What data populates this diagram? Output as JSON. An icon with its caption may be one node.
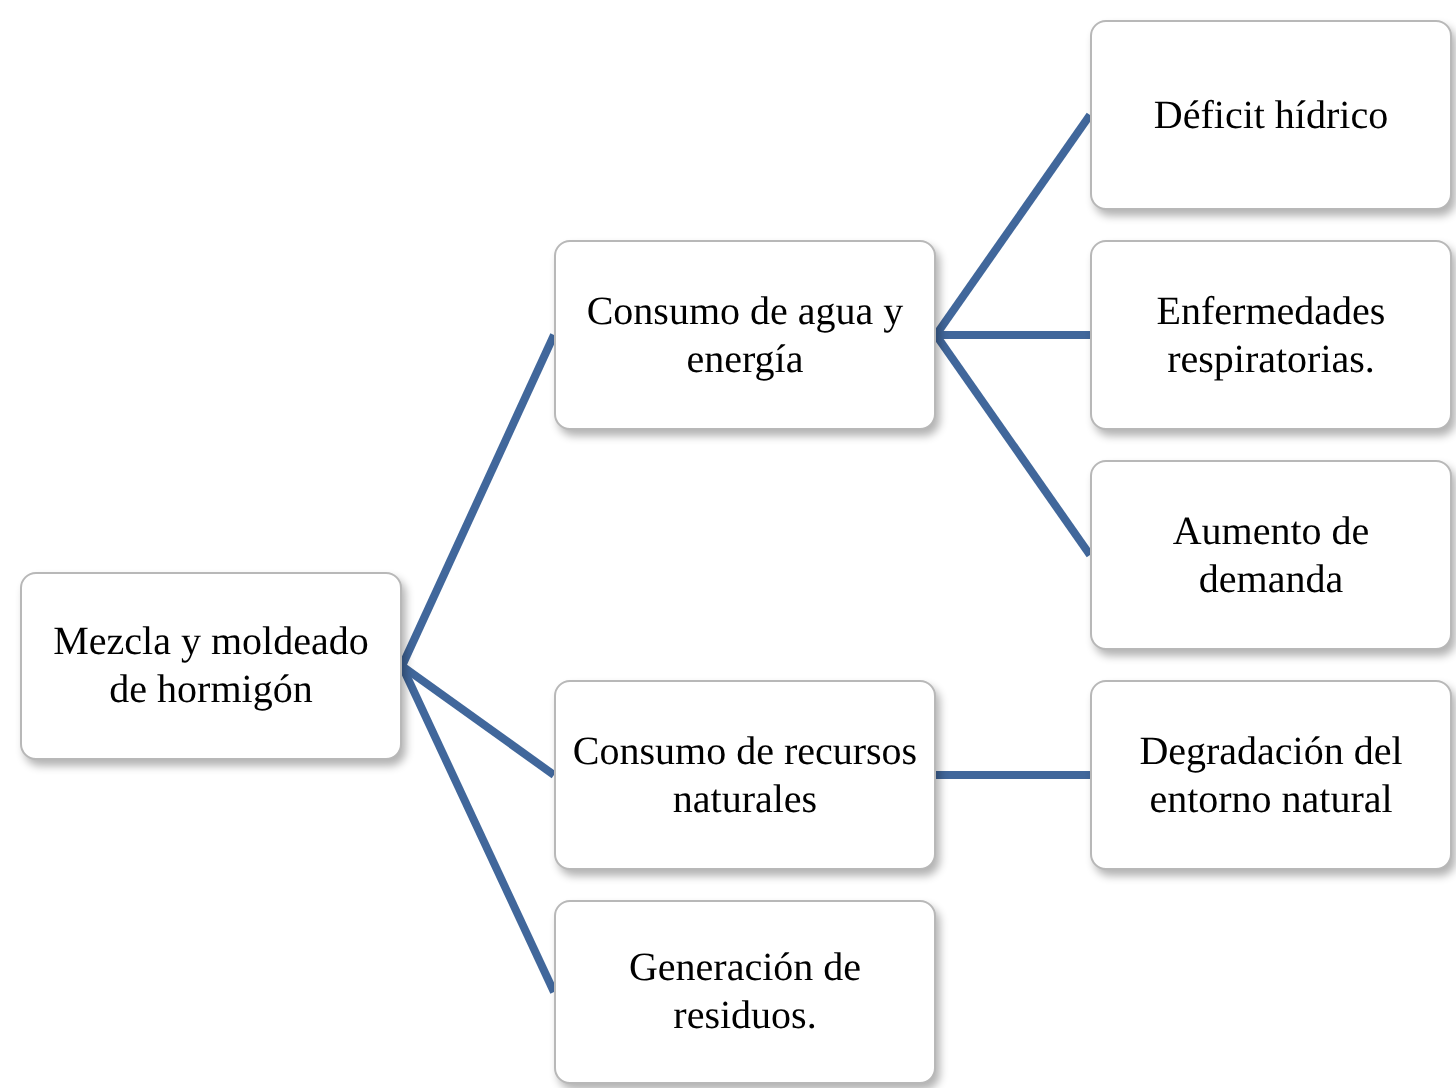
{
  "diagram": {
    "nodes": [
      {
        "text": [
          "Mezcla y moldeado de hormigón"
        ]
      },
      {
        "text": [
          "Consumo de agua y energía"
        ]
      },
      {
        "text": [
          "Consumo de recursos naturales"
        ]
      },
      {
        "text": [
          "Generación de residuos."
        ]
      },
      {
        "text": [
          "Déficit hídrico"
        ]
      },
      {
        "text": [
          "Enfermedades respiratorias."
        ]
      },
      {
        "text": [
          "Aumento de demanda"
        ]
      },
      {
        "text": [
          "Degradación del entorno natural"
        ]
      }
    ],
    "edges": [
      {
        "from": 0,
        "to": 1,
        "arrow": "none"
      },
      {
        "from": 0,
        "to": 2,
        "arrow": "none"
      },
      {
        "from": 0,
        "to": 3,
        "arrow": "none"
      },
      {
        "from": 1,
        "to": 4,
        "arrow": "none"
      },
      {
        "from": 1,
        "to": 5,
        "arrow": "none"
      },
      {
        "from": 1,
        "to": 6,
        "arrow": "none"
      },
      {
        "from": 2,
        "to": 7,
        "arrow": "none"
      }
    ]
  }
}
